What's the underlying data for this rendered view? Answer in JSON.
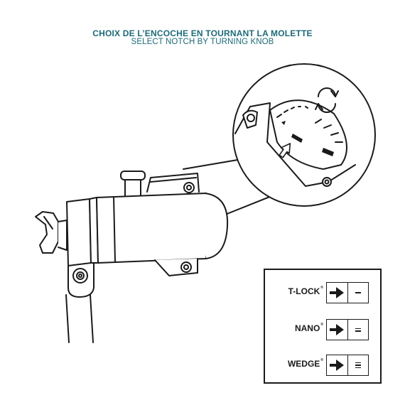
{
  "header": {
    "title_fr": "CHOIX DE L’ENCOCHE EN TOURNANT LA MOLETTE",
    "title_en": "SELECT NOTCH BY TURNING KNOB"
  },
  "colors": {
    "title_fr": "#1d6a78",
    "title_en": "#1d6a78",
    "ink": "#1a1a1a"
  },
  "legend": {
    "rows": [
      {
        "name": "T-LOCK",
        "reg": "®",
        "notches": 1
      },
      {
        "name": "NANO",
        "reg": "®",
        "notches": 2
      },
      {
        "name": "WEDGE",
        "reg": "®",
        "notches": 3
      }
    ]
  },
  "icons": [
    "rotate-arrows-icon",
    "pointer-arrow-icon",
    "right-arrow-icon"
  ]
}
